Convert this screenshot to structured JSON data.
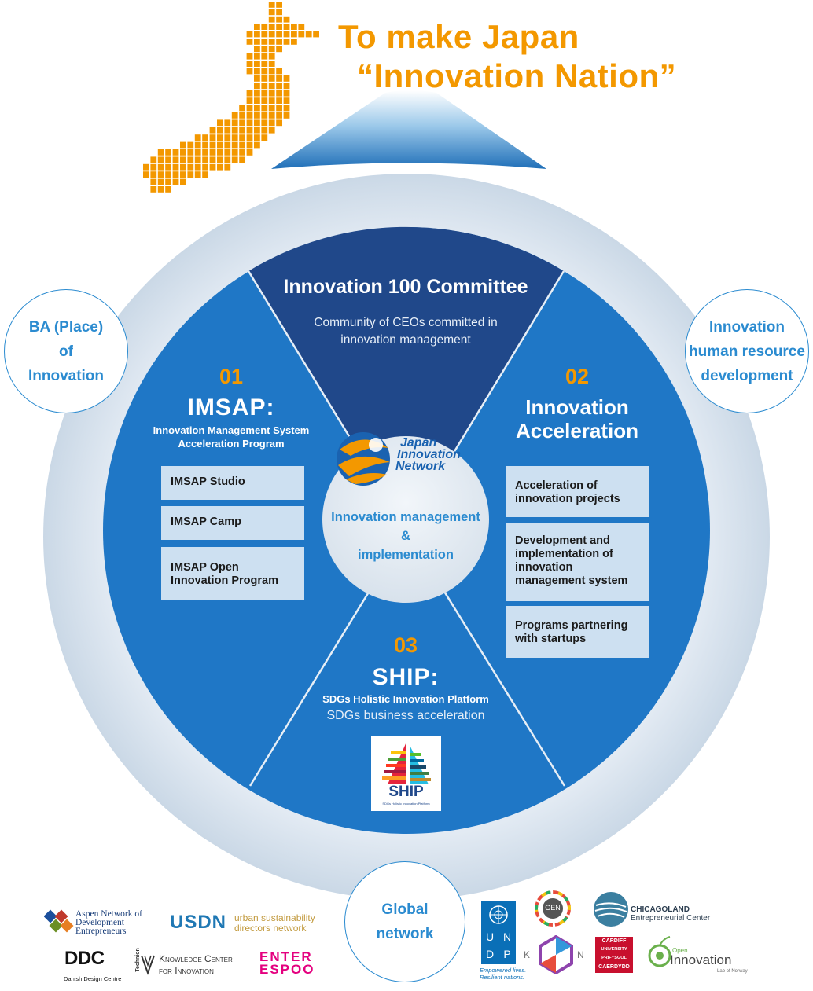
{
  "headline": {
    "line1": "To make Japan",
    "line2": "“Innovation Nation”"
  },
  "outer": {
    "ba": {
      "l1": "BA (Place)",
      "l2": "of",
      "l3": "Innovation"
    },
    "hr": {
      "l1": "Innovation",
      "l2": "human resource",
      "l3": "development"
    },
    "global": {
      "l1": "Global",
      "l2": "network"
    }
  },
  "committee": {
    "title": "Innovation 100 Committee",
    "sub1": "Community of CEOs committed in",
    "sub2": "innovation management"
  },
  "imsap": {
    "num": "01",
    "title": "IMSAP:",
    "sub1": "Innovation Management System",
    "sub2": "Acceleration Program",
    "items": [
      "IMSAP Studio",
      "IMSAP Camp",
      "IMSAP Open",
      "Innovation Program"
    ]
  },
  "acceleration": {
    "num": "02",
    "title1": "Innovation",
    "title2": "Acceleration",
    "items": [
      [
        "Acceleration of",
        "innovation projects"
      ],
      [
        "Development and",
        "implementation of",
        "innovation",
        "management system"
      ],
      [
        "Programs partnering",
        "with startups"
      ]
    ]
  },
  "ship": {
    "num": "03",
    "title": "SHIP:",
    "sub1": "SDGs Holistic Innovation Platform",
    "sub2": "SDGs business acceleration",
    "logo_text": "SHIP",
    "logo_sub": "SDGs Holistic Innovation Platform"
  },
  "center": {
    "logo_l1": "Japan",
    "logo_l2": "Innovation",
    "logo_l3": "Network",
    "line1": "Innovation management",
    "line2": "&",
    "line3": "implementation"
  },
  "partners": {
    "aspen1": "Aspen Network of",
    "aspen2": "Development",
    "aspen3": "Entrepreneurs",
    "usdn": "USDN",
    "usdn_sub1": "urban sustainability",
    "usdn_sub2": "directors network",
    "ddc": "DDC",
    "ddc_sub": "Danish Design Centre",
    "technion": "Technion",
    "kci1": "Knowledge Center",
    "kci2": "for Innovation",
    "enter1": "ENTER",
    "enter2": "ESPOO",
    "undp_letters": [
      "U",
      "N",
      "D",
      "P"
    ],
    "undp_tag1": "Empowered lives.",
    "undp_tag2": "Resilient nations.",
    "gen": "GEN",
    "kin_letters": [
      "K",
      "I",
      "N"
    ],
    "chicago1": "CHICAGOLAND",
    "chicago2": "Entrepreneurial Center",
    "cardiff1": "CARDIFF",
    "cardiff2": "UNIVERSITY",
    "cardiff3": "PRIFYSGOL",
    "cardiff4": "CAERDYDD",
    "open1": "Open",
    "open2": "Innovation",
    "open3": "Lab of Norway"
  },
  "colors": {
    "orange": "#f39800",
    "blue": "#1f77c6",
    "navy": "#20488a",
    "ring": "#d6e2ee",
    "box": "#cde0f1"
  }
}
